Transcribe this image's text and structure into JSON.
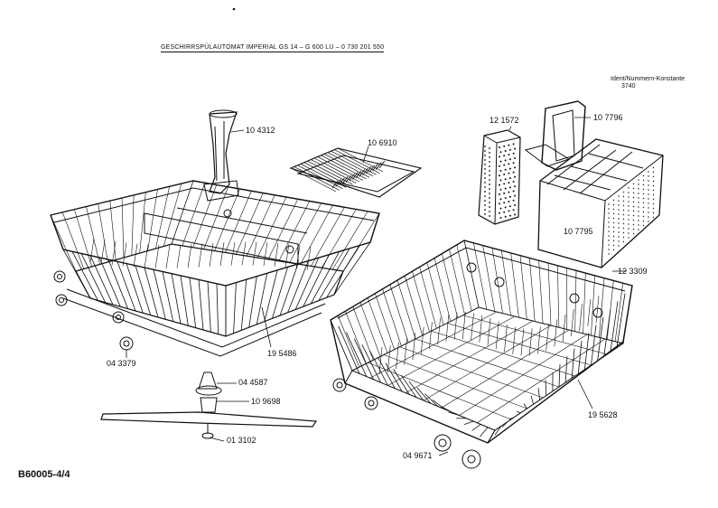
{
  "header": {
    "title": "GESCHIRRSPÜLAUTOMAT IMPERIAL GS 14 – G 600 LU – 0 730 201 550"
  },
  "ident": {
    "label": "Ident/Nummern-Konstante",
    "value": "3740"
  },
  "footer": {
    "code": "B60005-4/4"
  },
  "parts": {
    "p104312": "10 4312",
    "p106910": "10 6910",
    "p121572": "12 1572",
    "p107796": "10 7796",
    "p107795": "10 7795",
    "p123309": "12 3309",
    "p195486": "19 5486",
    "p043379": "04 3379",
    "p044587": "04 4587",
    "p109698": "10 9698",
    "p013102": "01 3102",
    "p195628": "19 5628",
    "p049671": "04 9671"
  }
}
